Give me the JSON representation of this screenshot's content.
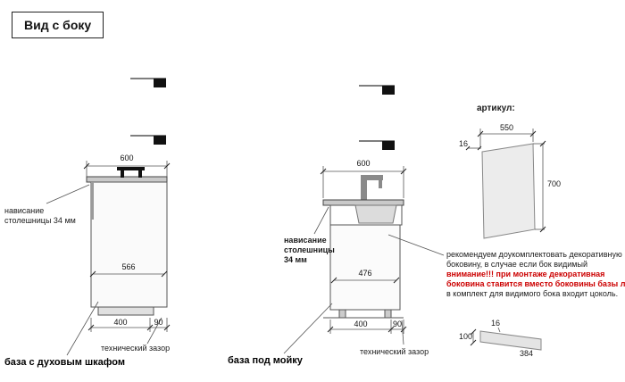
{
  "title": "Вид с боку",
  "colors": {
    "warning_red": "#cc0000",
    "line": "#333333"
  },
  "oven_base": {
    "dim_depth_top": "600",
    "dim_inner": "566",
    "dim_bottom_main": "400",
    "dim_bottom_gap": "90",
    "overhang_line1": "нависание",
    "overhang_line2": "столешницы 34 мм",
    "tech_gap_label": "технический зазор",
    "caption": "база с духовым шкафом"
  },
  "sink_base": {
    "dim_depth_top": "600",
    "dim_inner": "476",
    "dim_bottom_main": "400",
    "dim_bottom_gap": "90",
    "overhang_line1": "нависание",
    "overhang_line2": "столешницы",
    "overhang_line3": "34 мм",
    "tech_gap_label": "технический зазор",
    "caption": "база под мойку"
  },
  "decor_panel": {
    "articul_label": "артикул:",
    "dim_width": "550",
    "dim_thickness": "16",
    "dim_height": "700",
    "note_line1": "рекомендуем доукомплектовать декоративную",
    "note_line2": "боковину, в случае если бок видимый",
    "warning_line1": "внимание!!! при монтаже декоративная",
    "warning_line2": "боковина ставится вместо боковины базы лдсп",
    "note_line3": "в комплект для видимого бока входит цоколь.",
    "plinth": {
      "dim_thickness": "16",
      "dim_height": "100",
      "dim_length": "384"
    }
  }
}
